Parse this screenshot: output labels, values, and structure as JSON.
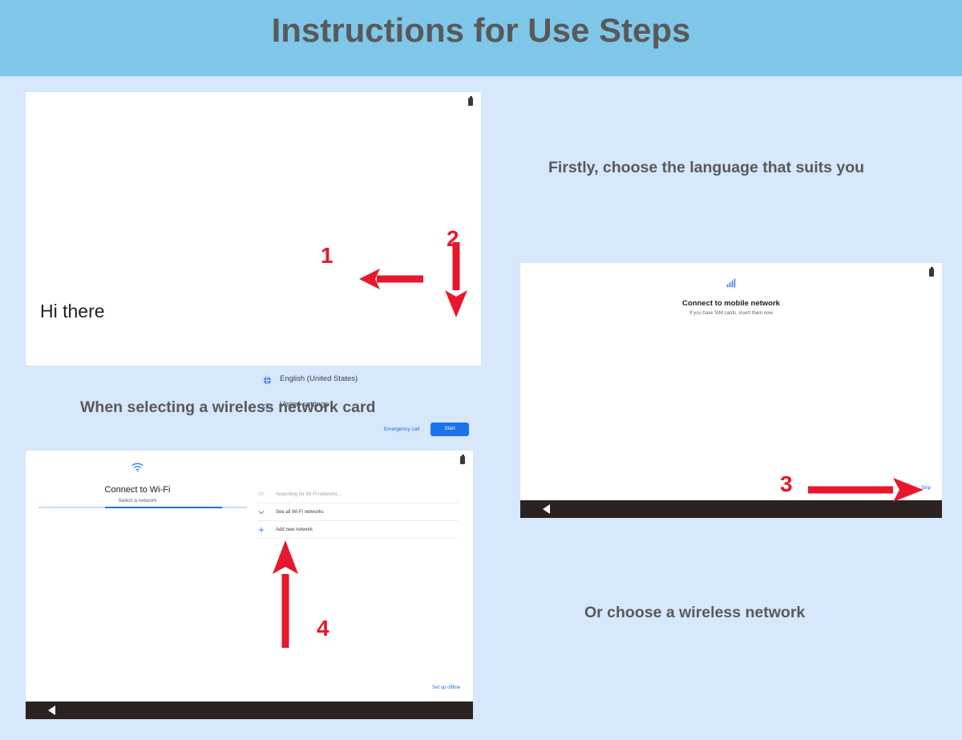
{
  "header": {
    "title": "Instructions for Use Steps",
    "bg": "#7fc7e8",
    "text_color": "#595959"
  },
  "page": {
    "background": "#d7e7fc",
    "accent_red": "#e8172c",
    "accent_blue": "#1a73e8"
  },
  "captions": {
    "language": "Firstly, choose the language that suits you",
    "wireless_card": "When selecting a wireless network card",
    "choose_wireless": "Or choose a wireless network"
  },
  "callouts": [
    {
      "number": "1",
      "arrow": "left-arrow-icon",
      "target": "English (United States)"
    },
    {
      "number": "2",
      "arrow": "down-arrow-icon",
      "target": "Start"
    },
    {
      "number": "3",
      "arrow": "right-arrow-icon",
      "target": "Skip"
    },
    {
      "number": "4",
      "arrow": "up-arrow-icon",
      "target": "Add new network"
    }
  ],
  "welcome_screen": {
    "greeting": "Hi there",
    "language_option": {
      "icon": "globe-icon",
      "label": "English (United States)"
    },
    "vision_option": {
      "icon": "vision-settings-icon",
      "label": "Vision settings"
    },
    "emergency_call": "Emergency call",
    "start_button": "Start",
    "status_icon": "battery-icon"
  },
  "mobile_screen": {
    "icon": "signal-bars-icon",
    "title": "Connect to mobile network",
    "subtitle": "If you have SIM cards, insert them now",
    "skip_link": "Skip",
    "status_icon": "battery-icon",
    "nav_back": "back-triangle-icon"
  },
  "wifi_screen": {
    "icon": "wifi-icon",
    "title": "Connect to Wi-Fi",
    "subtitle": "Select a network",
    "rows": [
      {
        "icon": "wifi-searching-icon",
        "label": "Searching for Wi-Fi networks..."
      },
      {
        "icon": "chevron-down-icon",
        "label": "See all Wi-Fi networks"
      },
      {
        "icon": "plus-icon",
        "label": "Add new network"
      }
    ],
    "setup_offline": "Set up offline",
    "status_icon": "battery-icon",
    "nav_back": "back-triangle-icon"
  }
}
